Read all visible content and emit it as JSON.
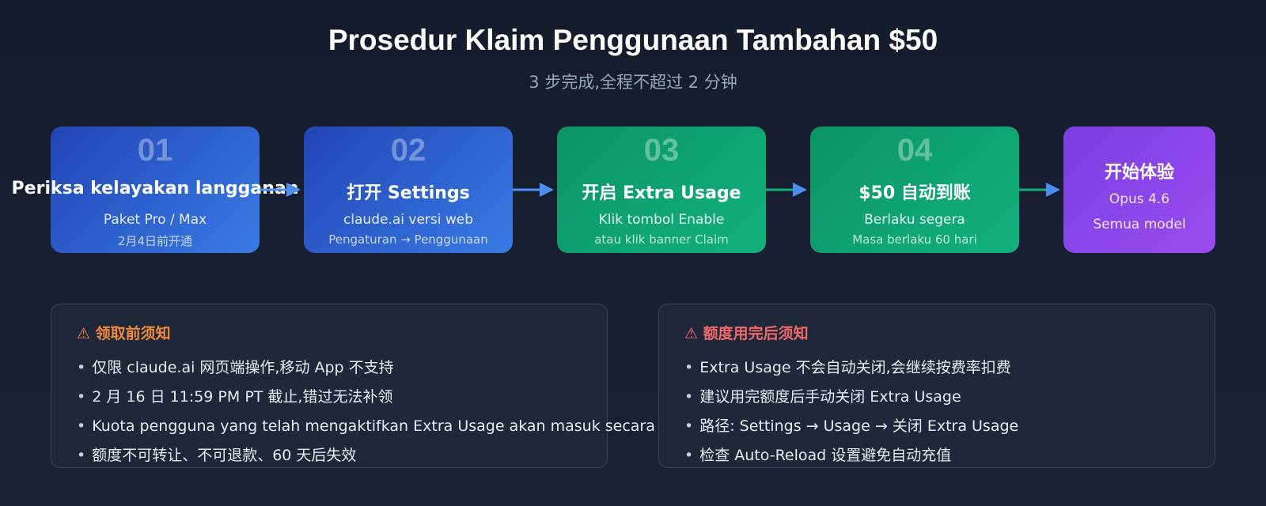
{
  "header": {
    "title": "Prosedur Klaim Penggunaan Tambahan $50",
    "subtitle": "3 步完成,全程不超过 2 分钟"
  },
  "steps": [
    {
      "number": "01",
      "title": "Periksa kelayakan langganan",
      "line1": "Paket Pro / Max",
      "line2": "2月4日前开通"
    },
    {
      "number": "02",
      "title": "打开 Settings",
      "line1": "claude.ai versi web",
      "line2": "Pengaturan → Penggunaan"
    },
    {
      "number": "03",
      "title": "开启 Extra Usage",
      "line1": "Klik tombol Enable",
      "line2": "atau klik banner Claim"
    },
    {
      "number": "04",
      "title": "$50 自动到账",
      "line1": "Berlaku segera",
      "line2": "Masa berlaku 60 hari"
    }
  ],
  "final_step": {
    "title": "开始体验",
    "line1": "Opus 4.6",
    "line2": "Semua model"
  },
  "panels": {
    "before": {
      "icon": "⚠",
      "title": "领取前须知",
      "items": [
        "仅限 claude.ai 网页端操作,移动 App 不支持",
        "2 月 16 日 11:59 PM PT 截止,错过无法补领",
        "Kuota pengguna yang telah mengaktifkan Extra Usage akan masuk secara",
        "额度不可转让、不可退款、60 天后失效"
      ]
    },
    "after": {
      "icon": "⚠",
      "title": "额度用完后须知",
      "items": [
        "Extra Usage 不会自动关闭,会继续按费率扣费",
        "建议用完额度后手动关闭 Extra Usage",
        "路径: Settings → Usage → 关闭 Extra Usage",
        "检查 Auto-Reload 设置避免自动充值"
      ]
    }
  },
  "colors": {
    "blue": "#2f66d8",
    "green": "#10a574",
    "purple": "#8a45e8",
    "arrow": "#4d8ef0",
    "warning_orange": "#f08a3c",
    "warning_red": "#ef6a6a"
  }
}
